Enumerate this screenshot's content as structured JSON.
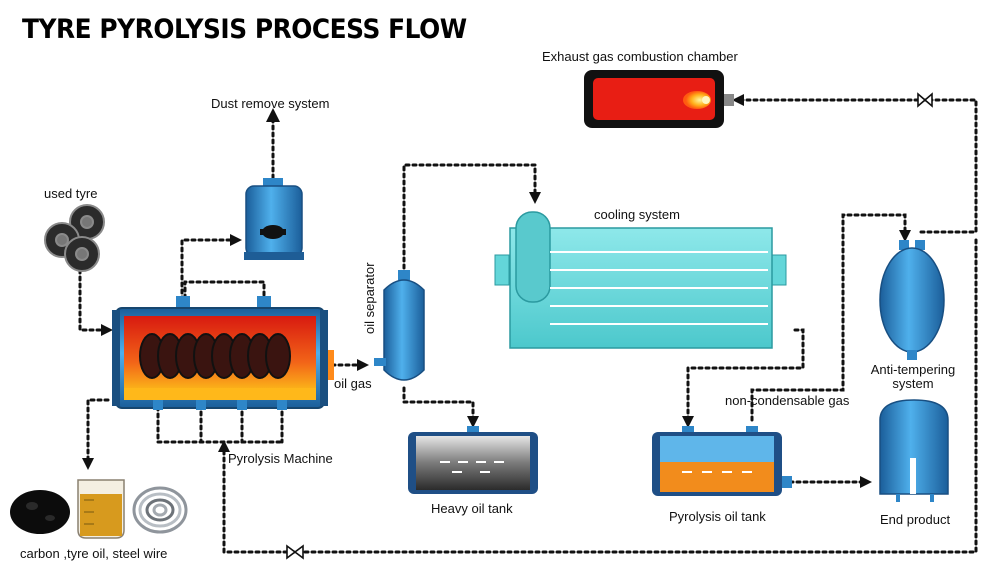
{
  "title": "TYRE PYROLYSIS PROCESS FLOW",
  "labels": {
    "exhaust": "Exhaust gas combustion chamber",
    "dust": "Dust remove system",
    "used_tyre": "used tyre",
    "cooling": "cooling system",
    "oil_separator": "oil separator",
    "oil_gas": "oil gas",
    "anti_tempering": "Anti-tempering system",
    "non_condensable": "non-condensable gas",
    "pyrolysis_machine": "Pyrolysis Machine",
    "heavy_oil_tank": "Heavy oil tank",
    "pyrolysis_oil_tank": "Pyrolysis oil tank",
    "end_product": "End product",
    "outputs": "carbon ,tyre oil, steel wire"
  },
  "colors": {
    "vessel_blue": "#2e86c8",
    "cooler_cyan": "#63d6d9",
    "flame_red": "#e81e14",
    "oil_orange": "#f28c1c",
    "line": "#111111"
  },
  "icons": [
    "tyre-icon",
    "valve-icon",
    "flame-icon",
    "carbon-icon",
    "oil-beaker-icon",
    "steel-wire-icon"
  ]
}
